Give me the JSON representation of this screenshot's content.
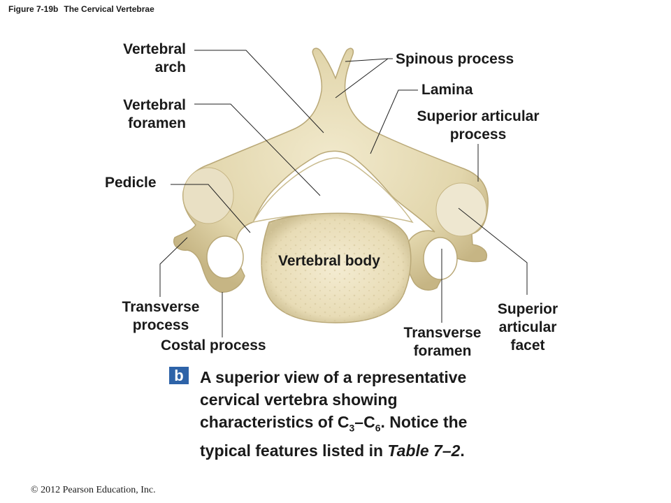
{
  "figure": {
    "number": "Figure 7-19b",
    "title": "The Cervical Vertebrae"
  },
  "labels": {
    "vertebral_arch": [
      "Vertebral",
      "arch"
    ],
    "vertebral_foramen": [
      "Vertebral",
      "foramen"
    ],
    "pedicle": "Pedicle",
    "spinous_process": "Spinous process",
    "lamina": "Lamina",
    "superior_articular_process": [
      "Superior articular",
      "process"
    ],
    "vertebral_body": "Vertebral body",
    "transverse_process": [
      "Transverse",
      "process"
    ],
    "costal_process": "Costal process",
    "transverse_foramen": [
      "Transverse",
      "foramen"
    ],
    "superior_articular_facet": [
      "Superior",
      "articular",
      "facet"
    ]
  },
  "caption": {
    "badge": "b",
    "line1": "A superior view of a representative",
    "line2": "cervical vertebra showing",
    "line3_pre": "characteristics of C",
    "sub1": "3",
    "dash": "–C",
    "sub2": "6",
    "line3_post": ". Notice the",
    "line4_pre": "typical features listed in ",
    "line4_italic": "Table 7–2",
    "line4_post": "."
  },
  "copyright": "© 2012 Pearson Education, Inc.",
  "colors": {
    "bone": "#e6dcb8",
    "bone_shadow": "#c9bb8e",
    "body_spongy": "#efe6c8",
    "leader": "#222222",
    "badge": "#2e63a8"
  }
}
